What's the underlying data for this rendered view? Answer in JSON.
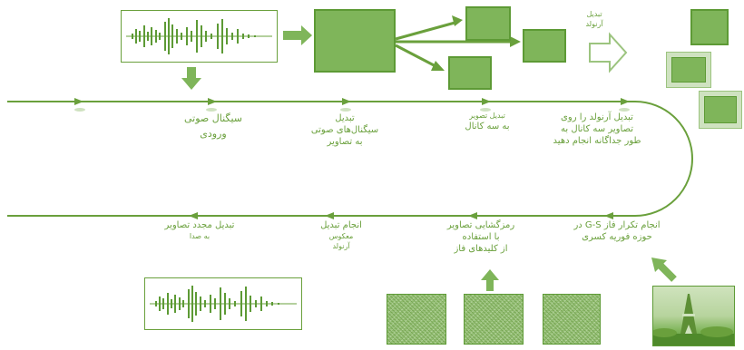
{
  "colors": {
    "line": "#6aa03c",
    "fill": "#7fb55a",
    "dark": "#5d9a35"
  },
  "labels": {
    "input_audio": [
      "سیگنال صوتی",
      "ورودی"
    ],
    "convert_to_images": [
      "تبدیل",
      "سیگنال‌های صوتی",
      "به تصاویر"
    ],
    "convert_to_three_channel": [
      "تبدیل تصویر",
      "به سه کانال"
    ],
    "arnold_label": [
      "تبدیل",
      "آرنولد"
    ],
    "apply_arnold": [
      "تبدیل آرنولد را روی",
      "تصاویر سه کانال به",
      "طور جداگانه انجام دهید"
    ],
    "gs_iteration": [
      "انجام تکرار فاز G-S در",
      "حوزه فوریه کسری"
    ],
    "decrypt_with_phase_keys": [
      "رمزگشایی تصاویر",
      "با استفاده",
      "از کلیدهای فاز"
    ],
    "inverse_arnold": [
      "انجام تبدیل",
      "معکوس",
      "آرنولد"
    ],
    "convert_back_to_audio": [
      "تبدیل مجدد تصاویر",
      "به صدا"
    ]
  },
  "icons": {
    "waveform": "audio-waveform-icon",
    "arrow_down": "thick-arrow-down-icon",
    "arrow_right": "thick-arrow-right-icon",
    "arrow_up": "thick-arrow-up-icon",
    "hollow_arrow": "hollow-arrow-right-icon"
  }
}
